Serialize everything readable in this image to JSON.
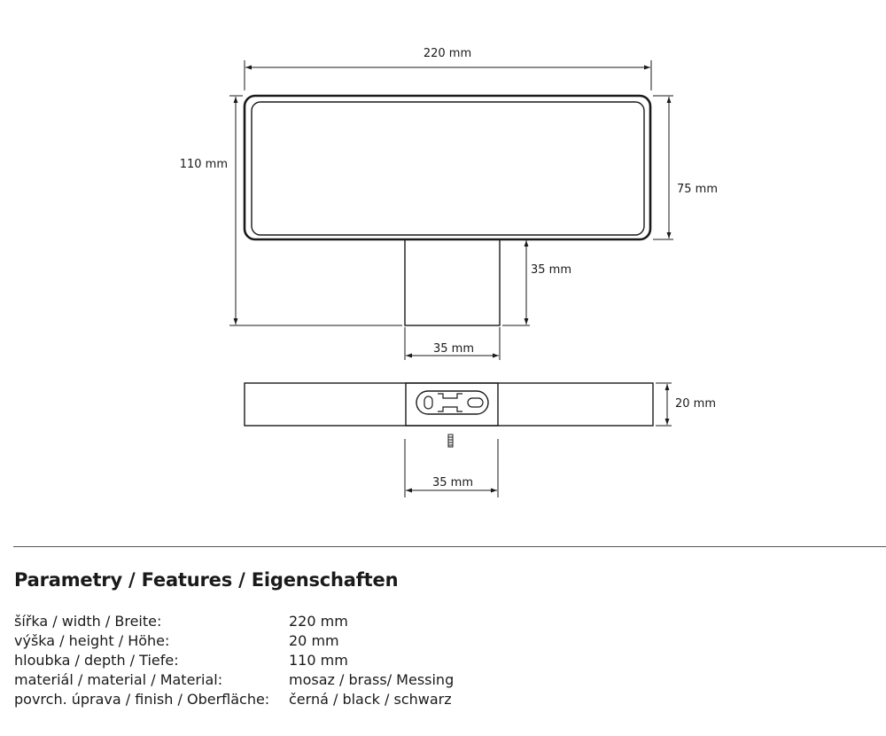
{
  "drawing": {
    "top_view": {
      "width_label": "220 mm",
      "height_label": "110 mm",
      "plate_height_label": "75 mm",
      "stem_length_label": "35 mm",
      "stem_width_label": "35 mm"
    },
    "side_view": {
      "thickness_label": "20 mm",
      "mount_width_label": "35 mm"
    }
  },
  "parameters": {
    "title": "Parametry / Features / Eigenschaften",
    "rows": [
      {
        "label": "šířka / width / Breite:",
        "value": "220 mm"
      },
      {
        "label": "výška / height / Höhe:",
        "value": "20 mm"
      },
      {
        "label": "hloubka / depth / Tiefe:",
        "value": "110 mm"
      },
      {
        "label": "materiál / material / Material:",
        "value": "mosaz / brass/ Messing"
      },
      {
        "label": "povrch. úprava / finish / Oberfläche:",
        "value": "černá / black / schwarz"
      }
    ]
  },
  "colors": {
    "line": "#1a1a1a",
    "text": "#1a1a1a"
  }
}
